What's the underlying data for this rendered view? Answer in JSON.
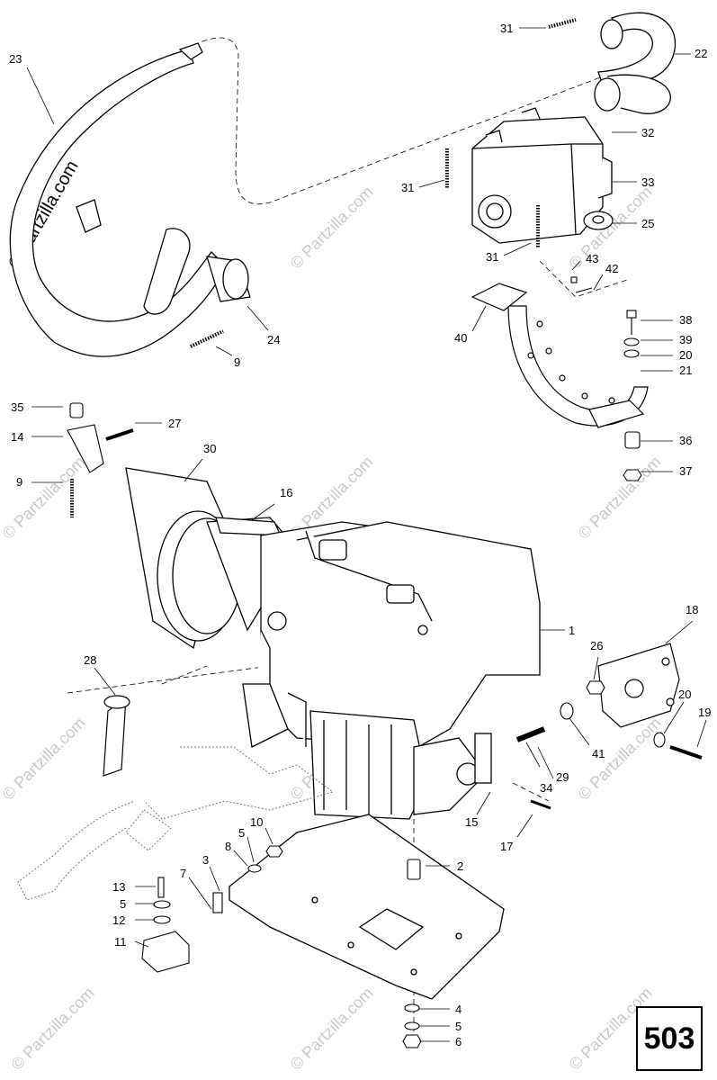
{
  "watermark": "© Partzilla.com",
  "page_number": "503",
  "callouts": [
    {
      "id": "c1",
      "label": "1"
    },
    {
      "id": "c2",
      "label": "2"
    },
    {
      "id": "c3",
      "label": "3"
    },
    {
      "id": "c4",
      "label": "4"
    },
    {
      "id": "c5a",
      "label": "5"
    },
    {
      "id": "c5b",
      "label": "5"
    },
    {
      "id": "c5c",
      "label": "5"
    },
    {
      "id": "c6",
      "label": "6"
    },
    {
      "id": "c7",
      "label": "7"
    },
    {
      "id": "c8",
      "label": "8"
    },
    {
      "id": "c9a",
      "label": "9"
    },
    {
      "id": "c9b",
      "label": "9"
    },
    {
      "id": "c10",
      "label": "10"
    },
    {
      "id": "c11",
      "label": "11"
    },
    {
      "id": "c12",
      "label": "12"
    },
    {
      "id": "c13",
      "label": "13"
    },
    {
      "id": "c14",
      "label": "14"
    },
    {
      "id": "c15",
      "label": "15"
    },
    {
      "id": "c16",
      "label": "16"
    },
    {
      "id": "c17",
      "label": "17"
    },
    {
      "id": "c18",
      "label": "18"
    },
    {
      "id": "c19",
      "label": "19"
    },
    {
      "id": "c20a",
      "label": "20"
    },
    {
      "id": "c20b",
      "label": "20"
    },
    {
      "id": "c21",
      "label": "21"
    },
    {
      "id": "c22",
      "label": "22"
    },
    {
      "id": "c23",
      "label": "23"
    },
    {
      "id": "c24",
      "label": "24"
    },
    {
      "id": "c25",
      "label": "25"
    },
    {
      "id": "c26",
      "label": "26"
    },
    {
      "id": "c27",
      "label": "27"
    },
    {
      "id": "c28",
      "label": "28"
    },
    {
      "id": "c29",
      "label": "29"
    },
    {
      "id": "c30",
      "label": "30"
    },
    {
      "id": "c31a",
      "label": "31"
    },
    {
      "id": "c31b",
      "label": "31"
    },
    {
      "id": "c31c",
      "label": "31"
    },
    {
      "id": "c32",
      "label": "32"
    },
    {
      "id": "c33",
      "label": "33"
    },
    {
      "id": "c34",
      "label": "34"
    },
    {
      "id": "c35",
      "label": "35"
    },
    {
      "id": "c36",
      "label": "36"
    },
    {
      "id": "c37",
      "label": "37"
    },
    {
      "id": "c38",
      "label": "38"
    },
    {
      "id": "c39",
      "label": "39"
    },
    {
      "id": "c40",
      "label": "40"
    },
    {
      "id": "c41",
      "label": "41"
    },
    {
      "id": "c42",
      "label": "42"
    },
    {
      "id": "c43",
      "label": "43"
    }
  ]
}
